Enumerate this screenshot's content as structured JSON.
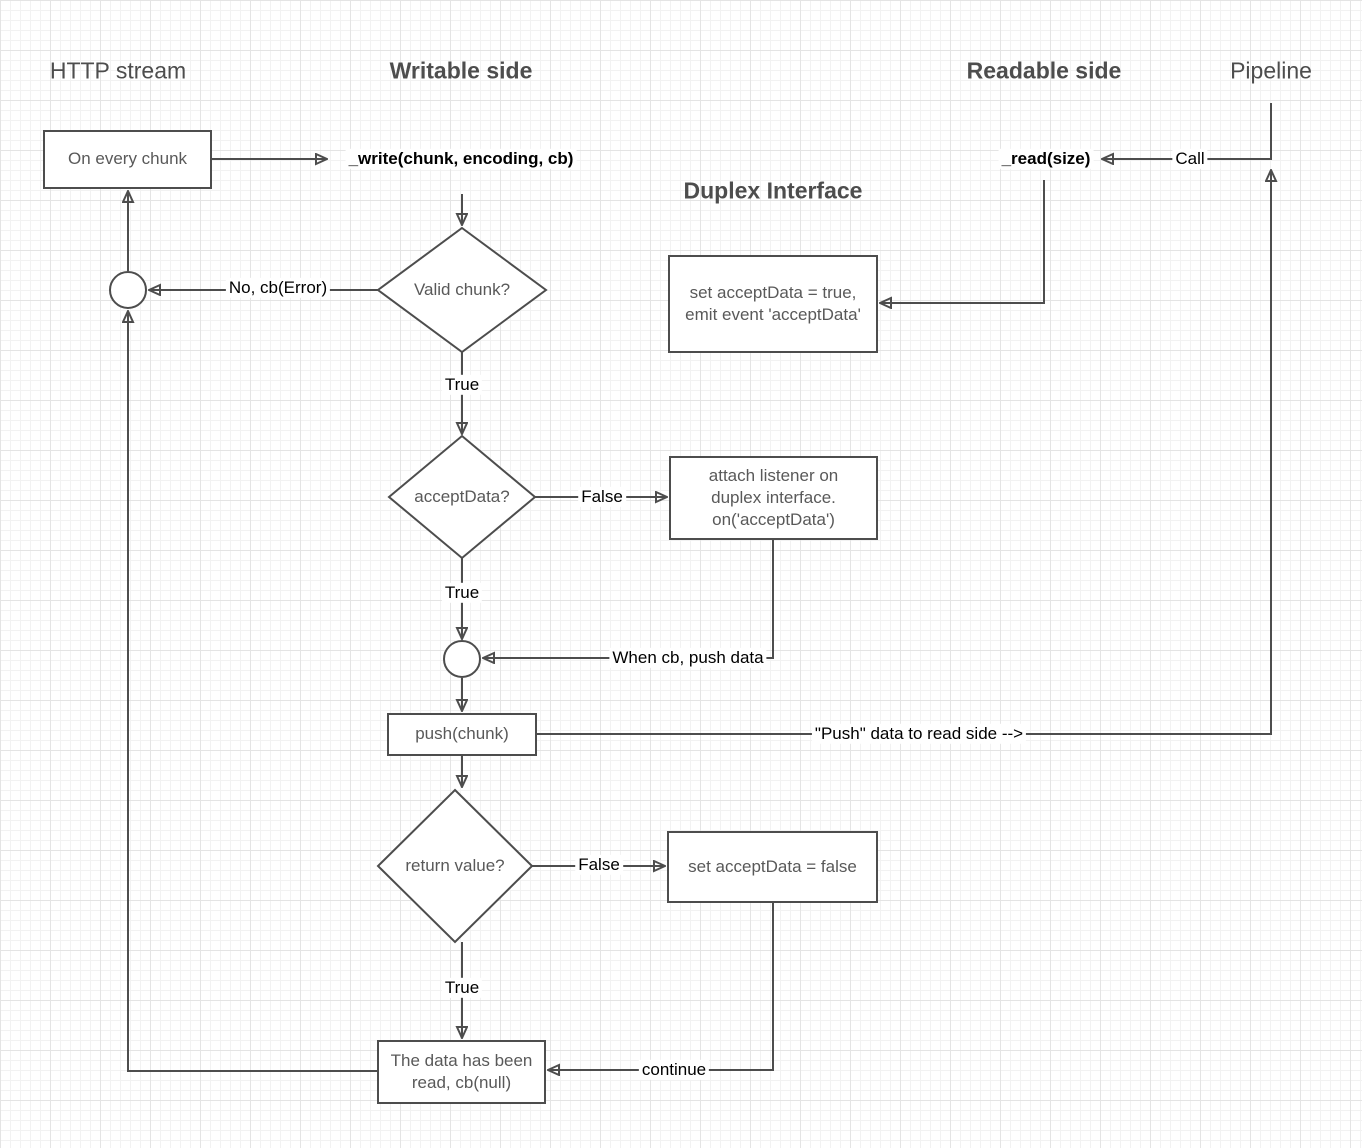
{
  "headers": {
    "http_stream": "HTTP stream",
    "writable_side": "Writable side",
    "readable_side": "Readable side",
    "pipeline": "Pipeline",
    "duplex_interface": "Duplex Interface"
  },
  "nodes": {
    "on_every_chunk": "On every chunk",
    "write_fn": "_write(chunk, encoding, cb)",
    "read_fn": "_read(size)",
    "valid_chunk": "Valid chunk?",
    "set_accept_true": "set acceptData = true,\nemit event 'acceptData'",
    "accept_data": "acceptData?",
    "attach_listener": "attach listener on\nduplex interface.\non('acceptData')",
    "push_chunk": "push(chunk)",
    "return_value": "return value?",
    "set_accept_false": "set acceptData = false",
    "data_read": "The data has been\nread, cb(null)"
  },
  "edge_labels": {
    "no_cb_error": "No, cb(Error)",
    "true1": "True",
    "true2": "True",
    "true3": "True",
    "false1": "False",
    "false2": "False",
    "call": "Call",
    "when_cb": "When cb, push data",
    "push_to_read": "\"Push\" data to read side -->",
    "continue_lbl": "continue"
  },
  "colors": {
    "stroke": "#4d4d4d",
    "shape_text": "#595959",
    "label_text": "#000000"
  }
}
